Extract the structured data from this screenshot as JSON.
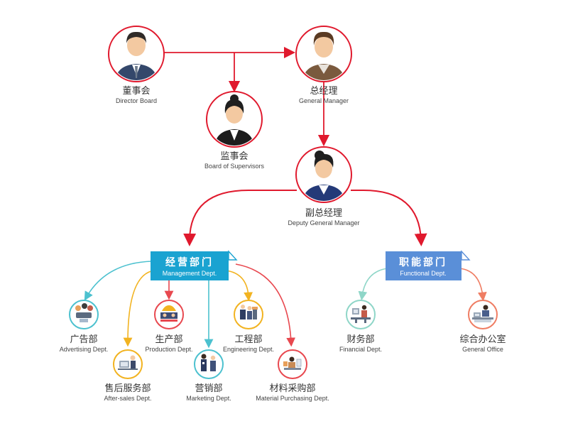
{
  "colors": {
    "accent_red": "#e0192d",
    "management_blue": "#1aa3d1",
    "functional_blue": "#5a8fd8",
    "arrow_teal": "#4cc1cf",
    "arrow_orange": "#f2b320",
    "arrow_red": "#e8484f",
    "arrow_mint": "#8fd6c8",
    "arrow_salmon": "#ef7d63"
  },
  "executives": {
    "director_board": {
      "cn": "董事会",
      "en": "Director Board"
    },
    "general_manager": {
      "cn": "总经理",
      "en": "General Manager"
    },
    "board_of_supervisors": {
      "cn": "监事会",
      "en": "Board of Supervisors"
    },
    "deputy_general_manager": {
      "cn": "副总经理",
      "en": "Deputy General Manager"
    }
  },
  "groups": {
    "management": {
      "cn": "经营部门",
      "en": "Management Dept."
    },
    "functional": {
      "cn": "职能部门",
      "en": "Functional Dept."
    }
  },
  "departments": {
    "advertising": {
      "cn": "广告部",
      "en": "Advertising Dept."
    },
    "after_sales": {
      "cn": "售后服务部",
      "en": "After-sales  Dept."
    },
    "production": {
      "cn": "生产部",
      "en": "Production  Dept."
    },
    "marketing": {
      "cn": "营销部",
      "en": "Marketing  Dept."
    },
    "engineering": {
      "cn": "工程部",
      "en": "Engineering Dept."
    },
    "material_purchasing": {
      "cn": "材料采购部",
      "en": "Material Purchasing Dept."
    },
    "financial": {
      "cn": "财务部",
      "en": "Financial Dept."
    },
    "general_office": {
      "cn": "综合办公室",
      "en": "General Office"
    }
  }
}
